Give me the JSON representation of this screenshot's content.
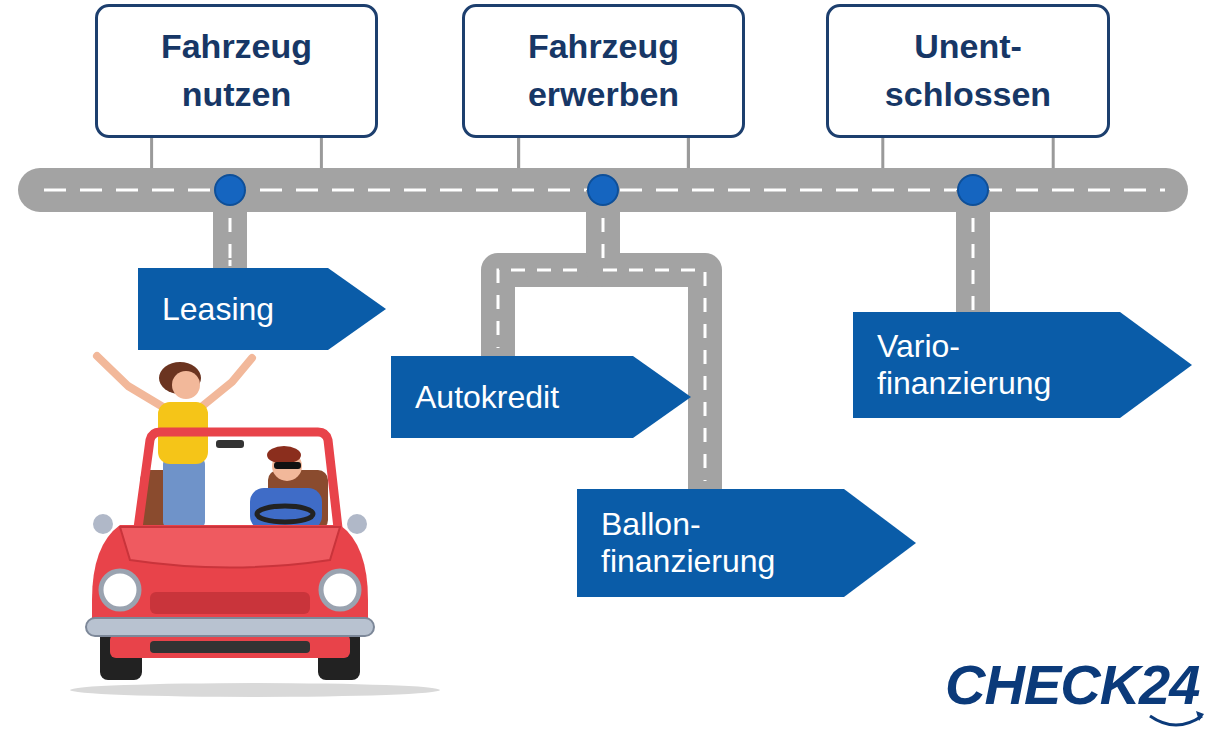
{
  "diagram": {
    "nodes": [
      {
        "text": [
          "Fahrzeug nutzen"
        ]
      },
      {
        "text": [
          "Fahrzeug erwerben"
        ]
      },
      {
        "text": [
          "Unent- schlossen"
        ]
      },
      {
        "text": [
          "Leasing"
        ]
      },
      {
        "text": [
          "Autokredit"
        ]
      },
      {
        "text": [
          "Ballon- finanzierung"
        ]
      },
      {
        "text": [
          "Vario- finanzierung"
        ]
      }
    ],
    "edges": [
      {
        "from": 0,
        "to": 3,
        "arrow": "none"
      },
      {
        "from": 1,
        "to": 4,
        "arrow": "none"
      },
      {
        "from": 1,
        "to": 5,
        "arrow": "none"
      },
      {
        "from": 2,
        "to": 6,
        "arrow": "none"
      }
    ],
    "labels": [
      "CHECK24"
    ]
  }
}
